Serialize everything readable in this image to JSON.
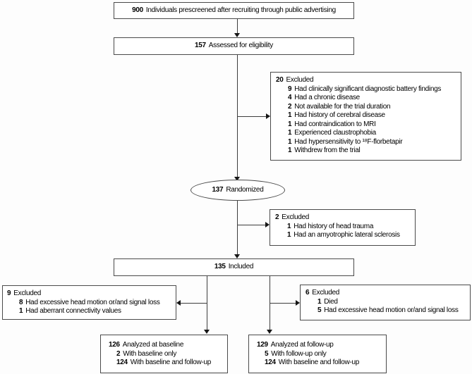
{
  "diagram": {
    "type": "consort-participant-flowchart",
    "colors": {
      "background": "#ffffff",
      "box_border": "#4a4a4a",
      "connector": "#3d3d3d",
      "text": "#000000"
    },
    "nodes": {
      "prescreened": {
        "count": "900",
        "label": "Individuals prescreened after recruiting through public advertising"
      },
      "eligibility": {
        "count": "157",
        "label": "Assessed for eligibility"
      },
      "excluded_screening": {
        "count": "20",
        "label": "Excluded",
        "items": [
          {
            "count": "9",
            "label": "Had clinically significant diagnostic battery findings"
          },
          {
            "count": "4",
            "label": "Had a chronic disease"
          },
          {
            "count": "2",
            "label": "Not available for the trial duration"
          },
          {
            "count": "1",
            "label": "Had history of cerebral disease"
          },
          {
            "count": "1",
            "label": "Had contraindication to MRI"
          },
          {
            "count": "1",
            "label": "Experienced claustrophobia"
          },
          {
            "count": "1",
            "label": "Had hypersensitivity to ¹⁸F-florbetapir"
          },
          {
            "count": "1",
            "label": "Withdrew from the trial"
          }
        ]
      },
      "randomized": {
        "count": "137",
        "label": "Randomized"
      },
      "excluded_postrandomization": {
        "count": "2",
        "label": "Excluded",
        "items": [
          {
            "count": "1",
            "label": "Had history of head trauma"
          },
          {
            "count": "1",
            "label": "Had an amyotrophic lateral sclerosis"
          }
        ]
      },
      "included": {
        "count": "135",
        "label": "Included"
      },
      "excluded_baseline": {
        "count": "9",
        "label": "Excluded",
        "items": [
          {
            "count": "8",
            "label": "Had excessive head motion or/and signal loss"
          },
          {
            "count": "1",
            "label": "Had aberrant connectivity values"
          }
        ]
      },
      "excluded_followup": {
        "count": "6",
        "label": "Excluded",
        "items": [
          {
            "count": "1",
            "label": "Died"
          },
          {
            "count": "5",
            "label": "Had excessive head motion or/and signal loss"
          }
        ]
      },
      "analyzed_baseline": {
        "count": "126",
        "label": "Analyzed at baseline",
        "items": [
          {
            "count": "2",
            "label": "With baseline only"
          },
          {
            "count": "124",
            "label": "With baseline and follow-up"
          }
        ]
      },
      "analyzed_followup": {
        "count": "129",
        "label": "Analyzed at follow-up",
        "items": [
          {
            "count": "5",
            "label": "With follow-up only"
          },
          {
            "count": "124",
            "label": "With baseline and follow-up"
          }
        ]
      }
    }
  }
}
